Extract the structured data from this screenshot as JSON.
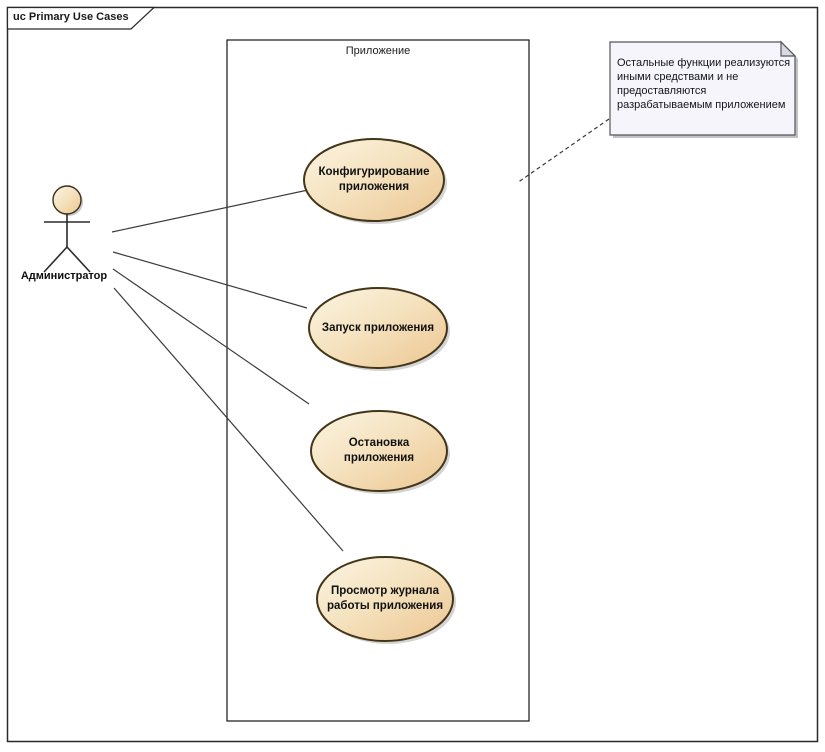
{
  "diagram": {
    "frame_title": "uc Primary Use Cases",
    "boundary_label": "Приложение",
    "actor": {
      "name": "Администратор"
    },
    "use_cases": [
      {
        "label": "Конфигурирование\nприложения"
      },
      {
        "label": "Запуск приложения"
      },
      {
        "label": "Остановка\nприложения"
      },
      {
        "label": "Просмотр журнала\nработы приложения"
      }
    ],
    "note": {
      "text": "Остальные функции реализуются\nиными средствами и не\nпредоставляются\nразрабатываемым приложением"
    },
    "colors": {
      "usecase_fill_light": "#fbf4e2",
      "usecase_fill_mid": "#f5e3c0",
      "usecase_fill_dark": "#ecc691",
      "usecase_border": "#433517",
      "note_fill": "#f5f5fb",
      "note_fold": "#d9d9e2",
      "note_border": "#55555c",
      "connector_line": "#3c3c3c",
      "frame_border": "#2a2a2a",
      "shadow": "#bdbdbd"
    }
  }
}
